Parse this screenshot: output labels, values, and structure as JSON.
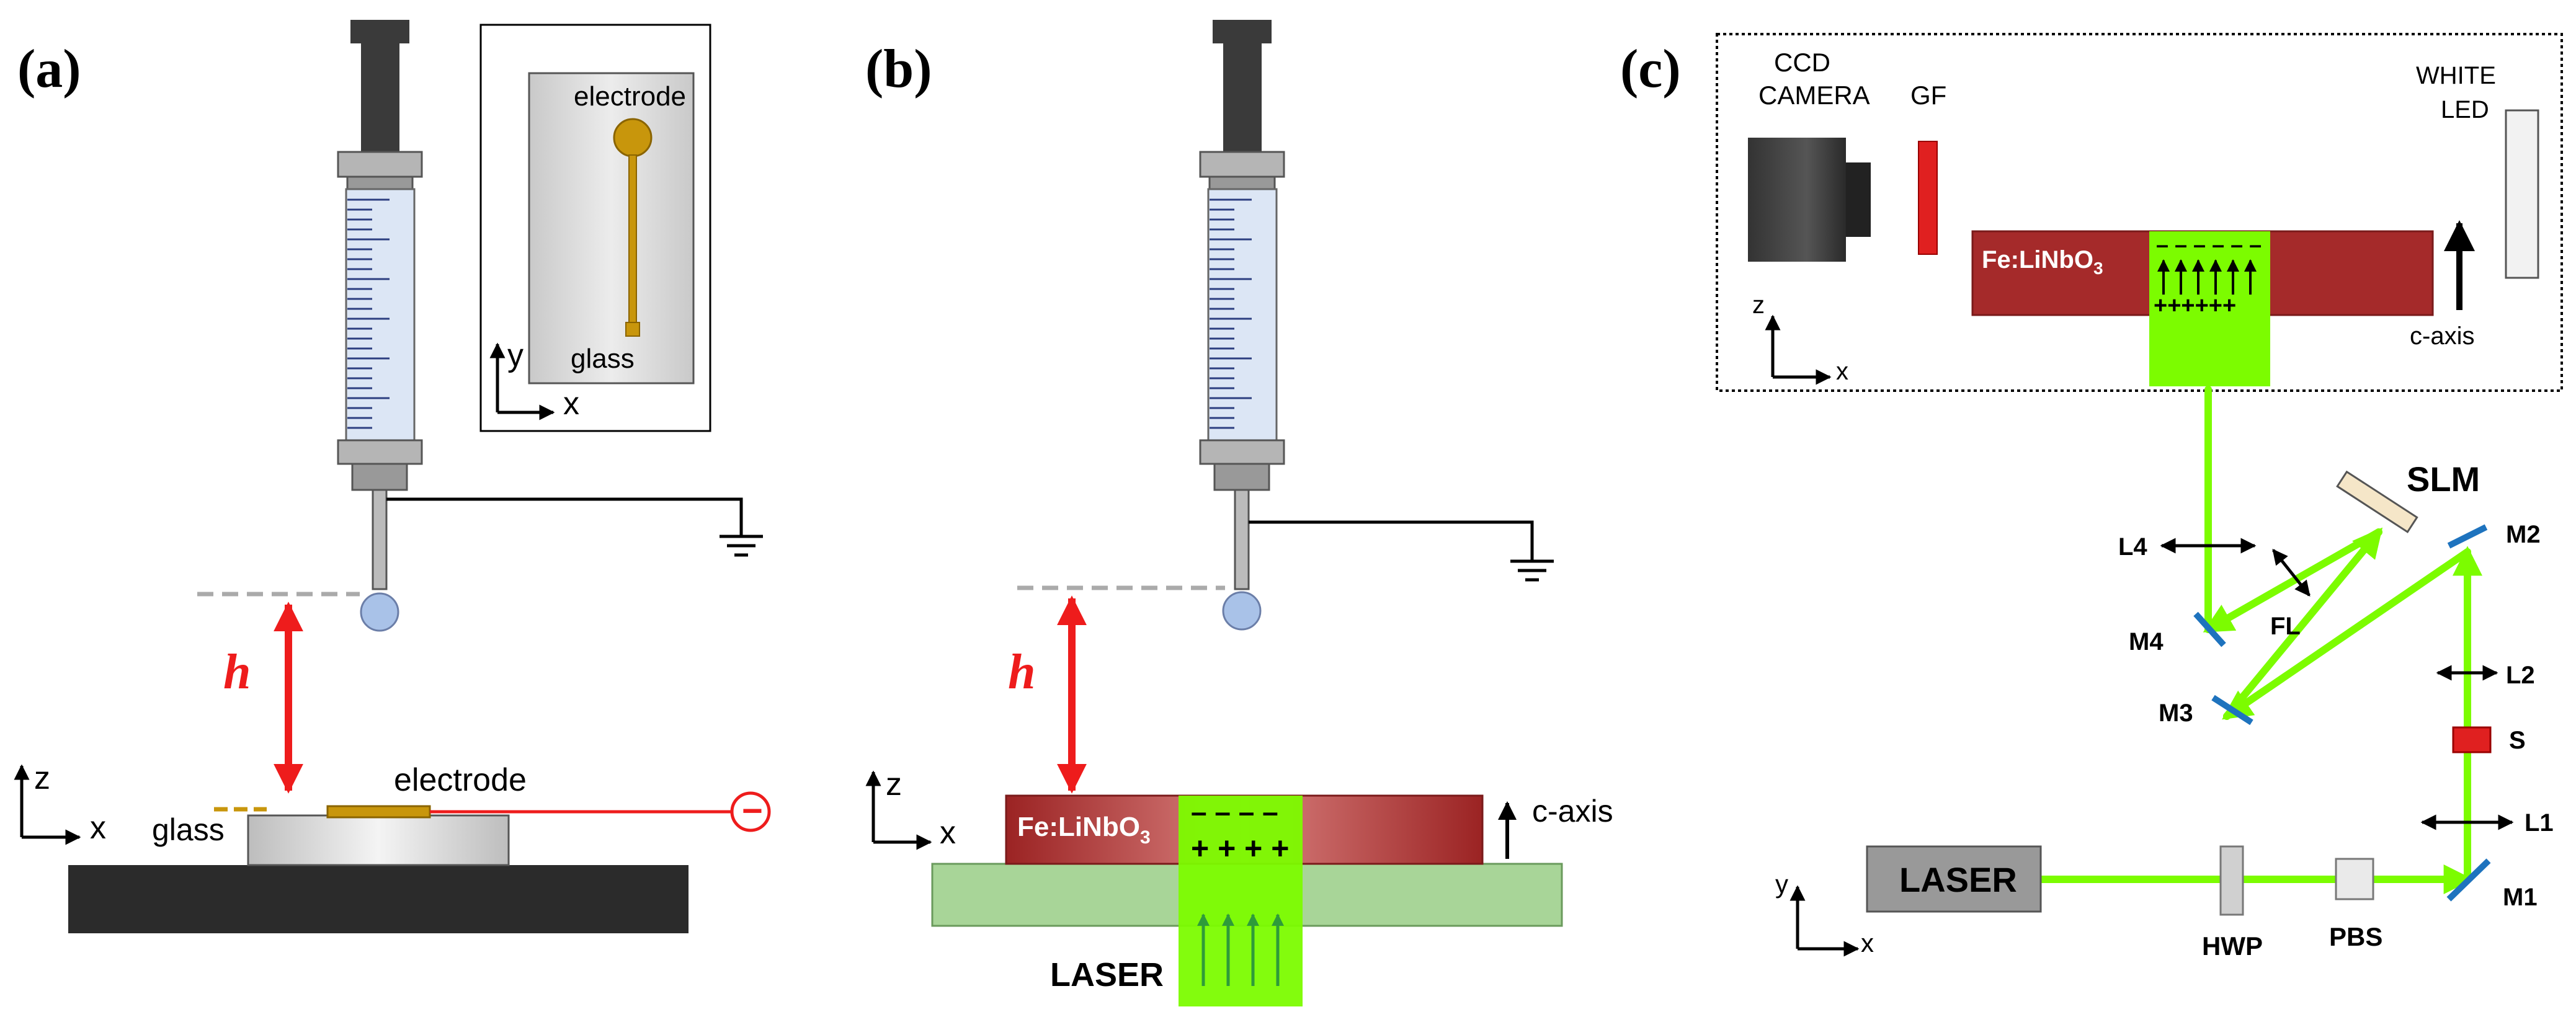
{
  "panels": {
    "a": {
      "tag": "(a)",
      "inset_electrode": "electrode",
      "inset_glass": "glass",
      "axis_y": "y",
      "axis_x": "x",
      "axis_z": "z",
      "axis_x2": "x",
      "height_label": "h",
      "glass_label": "glass",
      "electrode_label": "electrode",
      "minus_sign": "−"
    },
    "b": {
      "tag": "(b)",
      "height_label": "h",
      "axis_z": "z",
      "axis_x": "x",
      "crystal_label": "Fe:LiNbO",
      "crystal_sub": "3",
      "neg_charges": "– – – –",
      "pos_charges": "+ + + +",
      "c_axis": "c-axis",
      "laser": "LASER"
    },
    "c": {
      "tag": "(c)",
      "ccd_line1": "CCD",
      "ccd_line2": "CAMERA",
      "gf": "GF",
      "led_line1": "WHITE",
      "led_line2": "LED",
      "crystal_label": "Fe:LiNbO",
      "crystal_sub": "3",
      "neg_charges": "– – – – – –",
      "pos_charges": "++++++",
      "c_axis": "c-axis",
      "axis_z": "z",
      "axis_x": "x",
      "slm": "SLM",
      "m1": "M1",
      "m2": "M2",
      "m3": "M3",
      "m4": "M4",
      "l1": "L1",
      "l2": "L2",
      "l4": "L4",
      "fl": "FL",
      "s": "S",
      "laser": "LASER",
      "hwp": "HWP",
      "pbs": "PBS",
      "axis_y2": "y",
      "axis_x2": "x"
    }
  },
  "colors": {
    "laser_green": "#7cfc00",
    "crystal_red": "#a52a2a",
    "h_arrow_red": "#ee1c1c",
    "mirror_blue": "#1e73be",
    "syringe_fluid": "#dce6f5",
    "dark_base": "#2b2b2b",
    "substrate_green": "#a8d598",
    "electrode_gold": "#c8960c"
  }
}
